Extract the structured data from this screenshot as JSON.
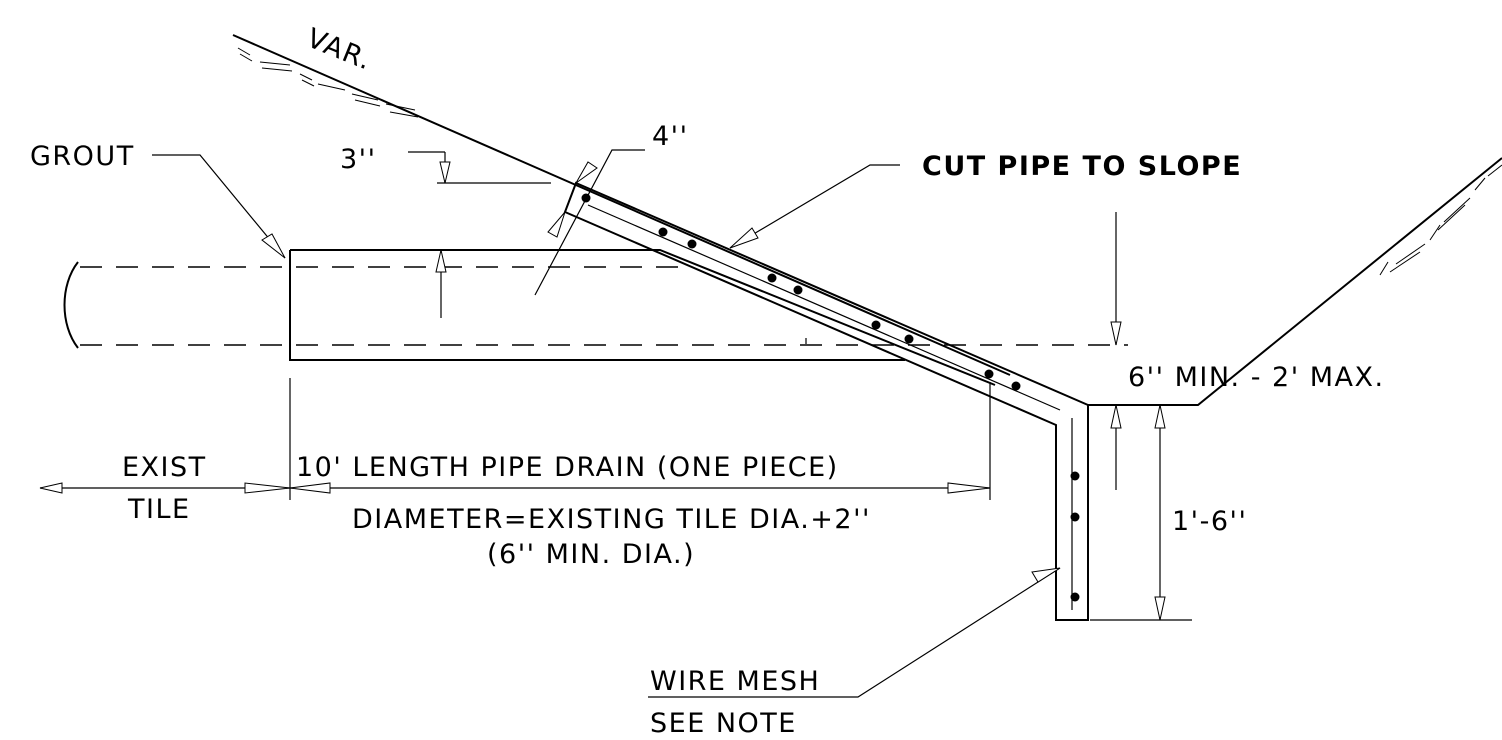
{
  "labels": {
    "var": "VAR.",
    "grout": "GROUT",
    "dim_3in": "3''",
    "dim_4in": "4''",
    "cut_pipe": "CUT PIPE TO SLOPE",
    "exist": "EXIST",
    "tile": "TILE",
    "pipe_length": "10' LENGTH PIPE DRAIN (ONE PIECE)",
    "diameter": "DIAMETER=EXISTING TILE DIA.+2''",
    "min_dia": "(6'' MIN. DIA.)",
    "depth_range": "6'' MIN. - 2' MAX.",
    "dim_18in": "1'-6''",
    "wire_mesh": "WIRE MESH",
    "see_note": "SEE NOTE"
  },
  "icons": {
    "dimension_arrow": "dimension-arrow-icon",
    "rebar_dot": "rebar-dot-icon",
    "break_symbol": "pipe-break-icon"
  }
}
